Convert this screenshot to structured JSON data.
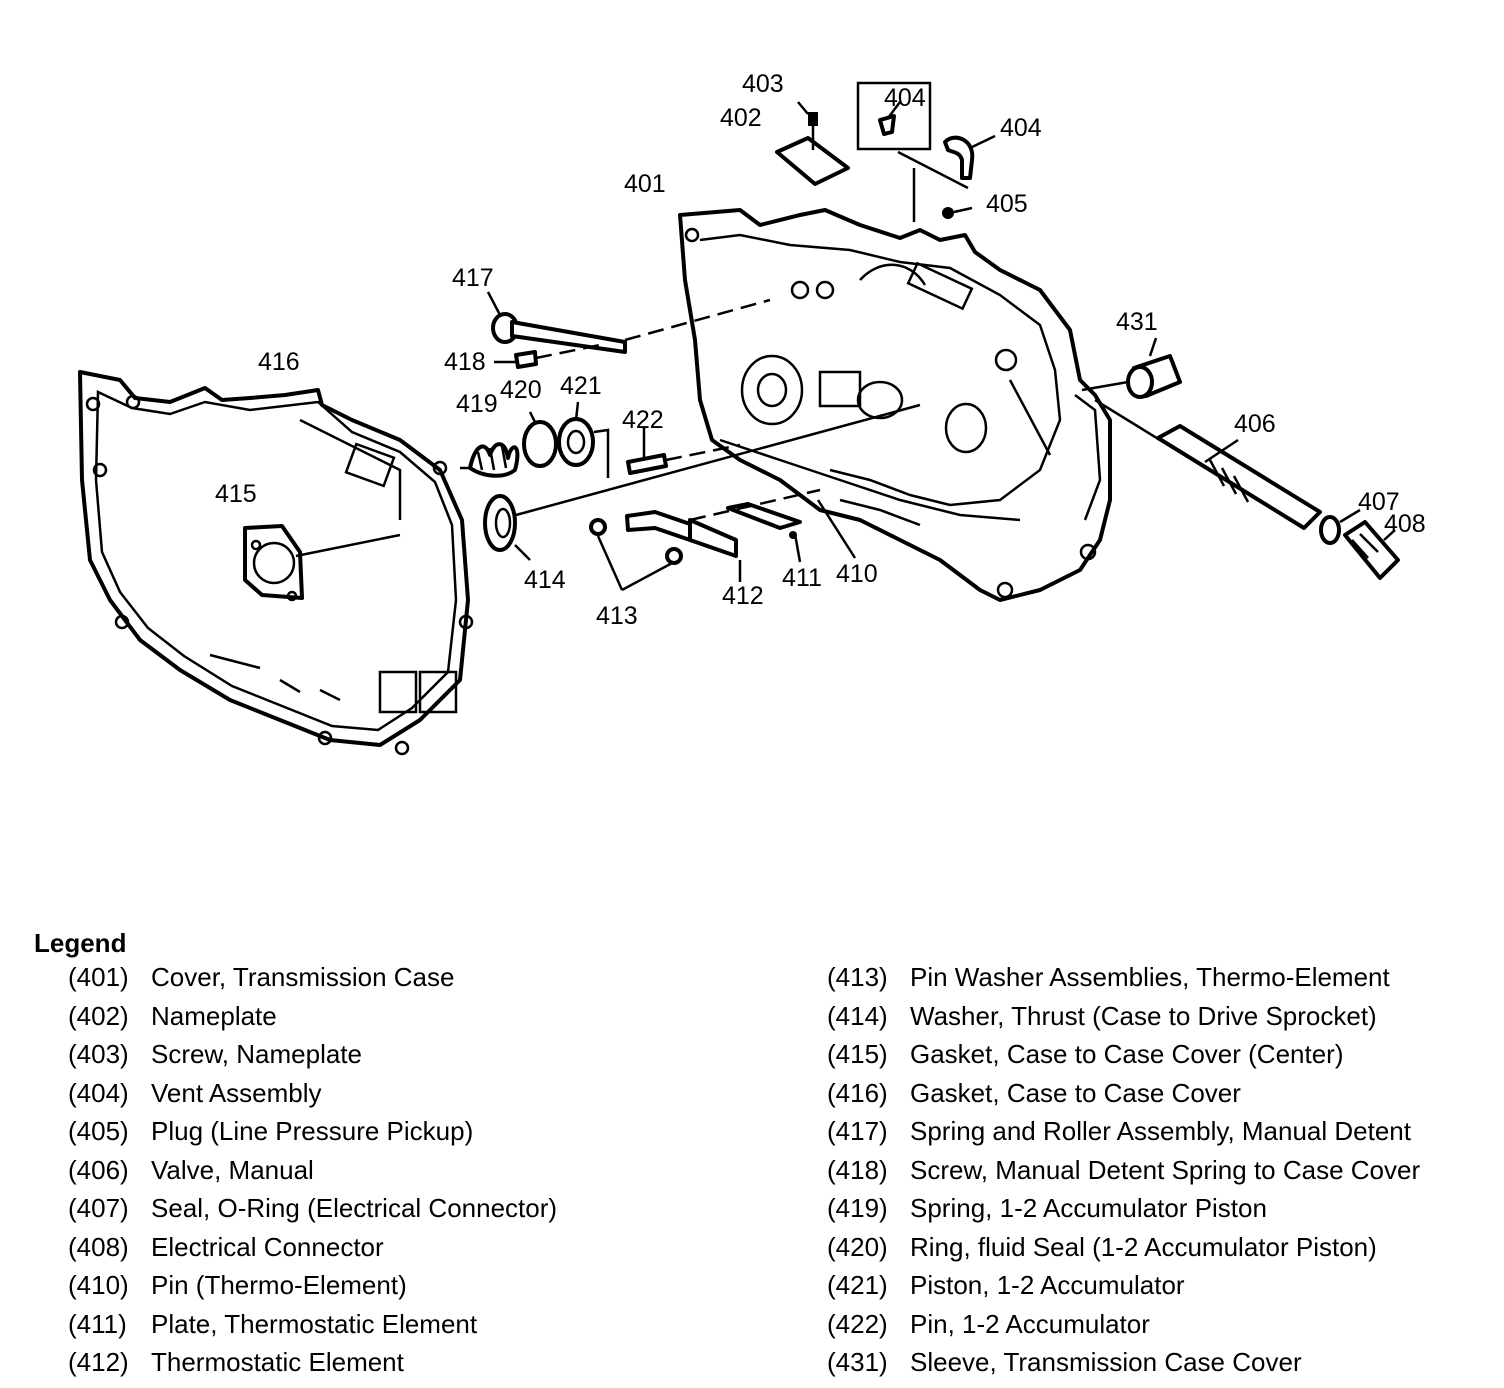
{
  "callouts": {
    "c401": "401",
    "c402": "402",
    "c403": "403",
    "c404a": "404",
    "c404b": "404",
    "c405": "405",
    "c406": "406",
    "c407": "407",
    "c408": "408",
    "c410": "410",
    "c411": "411",
    "c412": "412",
    "c413": "413",
    "c414": "414",
    "c415": "415",
    "c416": "416",
    "c417": "417",
    "c418": "418",
    "c419": "419",
    "c420": "420",
    "c421": "421",
    "c422": "422",
    "c431": "431"
  },
  "legend": {
    "title": "Legend",
    "left": [
      {
        "code": "(401)",
        "desc": "Cover, Transmission Case"
      },
      {
        "code": "(402)",
        "desc": "Nameplate"
      },
      {
        "code": "(403)",
        "desc": "Screw, Nameplate"
      },
      {
        "code": "(404)",
        "desc": "Vent Assembly"
      },
      {
        "code": "(405)",
        "desc": "Plug (Line Pressure Pickup)"
      },
      {
        "code": "(406)",
        "desc": "Valve, Manual"
      },
      {
        "code": "(407)",
        "desc": "Seal, O-Ring (Electrical Connector)"
      },
      {
        "code": "(408)",
        "desc": "Electrical Connector"
      },
      {
        "code": "(410)",
        "desc": "Pin (Thermo-Element)"
      },
      {
        "code": "(411)",
        "desc": "Plate, Thermostatic Element"
      },
      {
        "code": "(412)",
        "desc": "Thermostatic Element"
      }
    ],
    "right": [
      {
        "code": "(413)",
        "desc": "Pin Washer Assemblies, Thermo-Element"
      },
      {
        "code": "(414)",
        "desc": "Washer, Thrust (Case to Drive Sprocket)"
      },
      {
        "code": "(415)",
        "desc": "Gasket, Case to Case Cover (Center)"
      },
      {
        "code": "(416)",
        "desc": "Gasket, Case to Case Cover"
      },
      {
        "code": "(417)",
        "desc": "Spring and Roller Assembly, Manual Detent"
      },
      {
        "code": "(418)",
        "desc": "Screw, Manual Detent Spring to Case Cover"
      },
      {
        "code": "(419)",
        "desc": "Spring, 1-2 Accumulator Piston"
      },
      {
        "code": "(420)",
        "desc": "Ring, fluid Seal (1-2 Accumulator Piston)"
      },
      {
        "code": "(421)",
        "desc": "Piston, 1-2 Accumulator"
      },
      {
        "code": "(422)",
        "desc": "Pin, 1-2 Accumulator"
      },
      {
        "code": "(431)",
        "desc": "Sleeve, Transmission Case Cover"
      }
    ]
  }
}
